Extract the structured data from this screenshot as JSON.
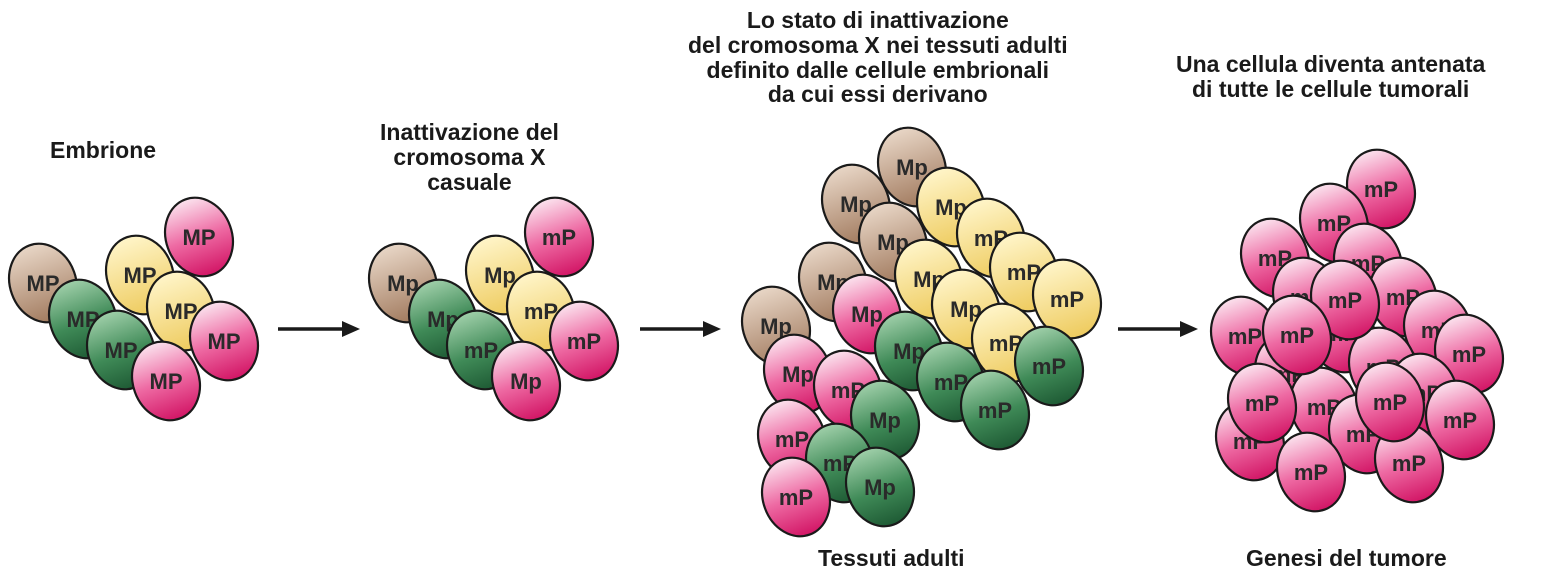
{
  "colors": {
    "brown": "#c8a88e",
    "green": "#2f7a4a",
    "yellow": "#f6dc82",
    "pink": "#e2246f",
    "outline": "#1a1a1a",
    "arrow": "#1a1a1a"
  },
  "labels": {
    "embrione": "Embrione",
    "inattivazione": [
      "Inattivazione del",
      "cromosoma X",
      "casuale"
    ],
    "stato": [
      "Lo stato di inattivazione",
      "del cromosoma X nei tessuti adulti",
      "definito dalle cellule embrionali",
      "da cui essi derivano"
    ],
    "una_cellula": [
      "Una cellula diventa antenata",
      "di tutte le cellule tumorali"
    ],
    "tessuti": "Tessuti adulti",
    "genesi": "Genesi del tumore"
  },
  "stages": [
    {
      "name": "embrione",
      "cells": [
        {
          "label": "MP",
          "color": "brown"
        },
        {
          "label": "MP",
          "color": "green"
        },
        {
          "label": "MP",
          "color": "yellow"
        },
        {
          "label": "MP",
          "color": "pink"
        },
        {
          "label": "MP",
          "color": "yellow"
        },
        {
          "label": "MP",
          "color": "green"
        },
        {
          "label": "MP",
          "color": "pink"
        },
        {
          "label": "MP",
          "color": "pink"
        }
      ]
    },
    {
      "name": "inattivazione",
      "cells": [
        {
          "label": "Mp",
          "color": "brown"
        },
        {
          "label": "Mp",
          "color": "green"
        },
        {
          "label": "Mp",
          "color": "yellow"
        },
        {
          "label": "mP",
          "color": "pink"
        },
        {
          "label": "mP",
          "color": "yellow"
        },
        {
          "label": "mP",
          "color": "green"
        },
        {
          "label": "mP",
          "color": "pink"
        },
        {
          "label": "Mp",
          "color": "pink"
        }
      ]
    },
    {
      "name": "tessuti-adulti",
      "cells": [
        {
          "label": "Mp",
          "color": "brown"
        },
        {
          "label": "Mp",
          "color": "brown"
        },
        {
          "label": "Mp",
          "color": "yellow"
        },
        {
          "label": "Mp",
          "color": "brown"
        },
        {
          "label": "mP",
          "color": "yellow"
        },
        {
          "label": "Mp",
          "color": "brown"
        },
        {
          "label": "Mp",
          "color": "yellow"
        },
        {
          "label": "mP",
          "color": "yellow"
        },
        {
          "label": "mP",
          "color": "yellow"
        },
        {
          "label": "Mp",
          "color": "brown"
        },
        {
          "label": "Mp",
          "color": "pink"
        },
        {
          "label": "Mp",
          "color": "yellow"
        },
        {
          "label": "mP",
          "color": "yellow"
        },
        {
          "label": "Mp",
          "color": "green"
        },
        {
          "label": "mP",
          "color": "green"
        },
        {
          "label": "mP",
          "color": "green"
        },
        {
          "label": "Mp",
          "color": "pink"
        },
        {
          "label": "mP",
          "color": "pink"
        },
        {
          "label": "mP",
          "color": "green"
        },
        {
          "label": "mP",
          "color": "pink"
        },
        {
          "label": "Mp",
          "color": "green"
        },
        {
          "label": "mP",
          "color": "green"
        },
        {
          "label": "mP",
          "color": "pink"
        },
        {
          "label": "Mp",
          "color": "green"
        }
      ]
    },
    {
      "name": "genesi-tumore",
      "cells": [
        {
          "label": "mP",
          "color": "pink"
        },
        {
          "label": "mP",
          "color": "pink"
        },
        {
          "label": "mP",
          "color": "pink"
        },
        {
          "label": "mP",
          "color": "pink"
        },
        {
          "label": "mP",
          "color": "pink"
        },
        {
          "label": "mP",
          "color": "pink"
        },
        {
          "label": "mP",
          "color": "pink"
        },
        {
          "label": "mP",
          "color": "pink"
        },
        {
          "label": "mP",
          "color": "pink"
        },
        {
          "label": "mP",
          "color": "pink"
        },
        {
          "label": "mP",
          "color": "pink"
        },
        {
          "label": "mP",
          "color": "pink"
        },
        {
          "label": "mP",
          "color": "pink"
        },
        {
          "label": "mP",
          "color": "pink"
        },
        {
          "label": "mP",
          "color": "pink"
        },
        {
          "label": "mP",
          "color": "pink"
        },
        {
          "label": "mP",
          "color": "pink"
        },
        {
          "label": "mP",
          "color": "pink"
        },
        {
          "label": "mP",
          "color": "pink"
        },
        {
          "label": "mP",
          "color": "pink"
        },
        {
          "label": "mP",
          "color": "pink"
        },
        {
          "label": "mP",
          "color": "pink"
        },
        {
          "label": "mP",
          "color": "pink"
        }
      ]
    }
  ]
}
